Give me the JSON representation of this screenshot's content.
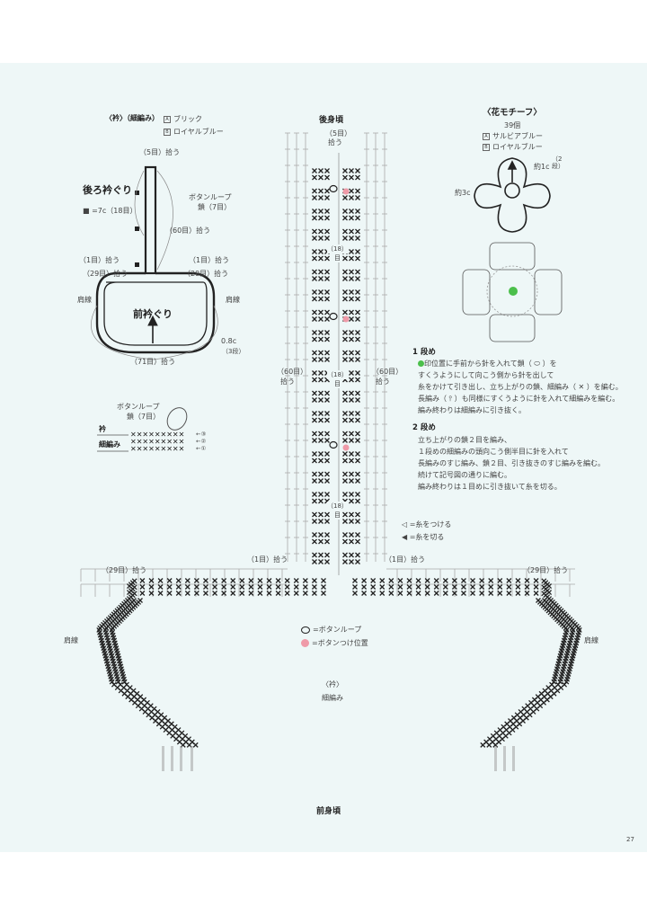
{
  "collar_overview": {
    "title": "〈衿〉（細編み）",
    "yarn_a": "ブリック",
    "yarn_b": "ロイヤルブルー",
    "back_neck": "後ろ衿ぐり",
    "square_note": "■ =7c（18目）",
    "pick_5": "（5目）拾う",
    "button_loop": "ボタンループ",
    "button_loop_chain": "鎖（7目）",
    "pick_60": "（60目）拾う",
    "pick_1_left": "（1目）拾う",
    "pick_1_right": "（1目）拾う",
    "pick_29_left": "（29目）拾う",
    "pick_29_right": "（29目）拾う",
    "shoulder_left": "肩線",
    "shoulder_right": "肩線",
    "front_neck": "前衿ぐり",
    "width": "0.8c",
    "rows": "（3段）",
    "pick_71": "（71目）拾う"
  },
  "small_chart": {
    "button_loop": "ボタンループ",
    "chain": "鎖（7目）",
    "collar": "衿",
    "sc": "細編み",
    "rows": [
      "←③",
      "←②",
      "←①"
    ]
  },
  "flower": {
    "title": "〈花モチーフ〉",
    "count": "39個",
    "yarn_a": "サルビアブルー",
    "yarn_b": "ロイヤルブルー",
    "size_small": "約1c",
    "size_small_rows": "（2段）",
    "size_big": "約3c",
    "row1_title": "1 段め",
    "row1_lines": [
      "印位置に手前から針を入れて鎖（ ⬭ ）を",
      "すくうようにして向こう側から針を出して",
      "糸をかけて引き出し、立ち上がりの鎖、細編み（ ✕ ）を編む。",
      "長編み（ ⫯ ）も同様にすくうように針を入れて細編みを編む。",
      "編み終わりは細編みに引き抜く。"
    ],
    "row2_title": "2 段め",
    "row2_lines": [
      "立ち上がりの鎖２目を編み、",
      "１段めの細編みの頭向こう側半目に針を入れて",
      "長編みのすじ編み、鎖２目、引き抜きのすじ編みを編む。",
      "続けて記号図の通りに編む。",
      "編み終わりは１目めに引き抜いて糸を切る。"
    ]
  },
  "legend": {
    "attach": "◁ =糸をつける",
    "cut": "◀ =糸を切る",
    "button_loop": "=ボタンループ",
    "button_pos": "=ボタンつけ位置"
  },
  "main_chart": {
    "back_body": "後身頃",
    "pick_5": "（5目）",
    "pick_5b": "拾う",
    "mark_18": "（18）",
    "mark_18b": "目",
    "pick_60": "（60目）",
    "pick_60b": "拾う",
    "pick_1_left": "（1目）拾う",
    "pick_1_right": "（1目）拾う",
    "pick_29_left": "（29目）拾う",
    "pick_29_right": "（29目）拾う",
    "shoulder_left": "肩線",
    "shoulder_right": "肩線",
    "collar": "〈衿〉",
    "collar_sc": "細編み",
    "front_body": "前身頃"
  },
  "page_number": "27",
  "colors": {
    "background": "#eef7f7",
    "button_pos": "#ef9aa8",
    "start_dot": "#4bbf4b"
  }
}
